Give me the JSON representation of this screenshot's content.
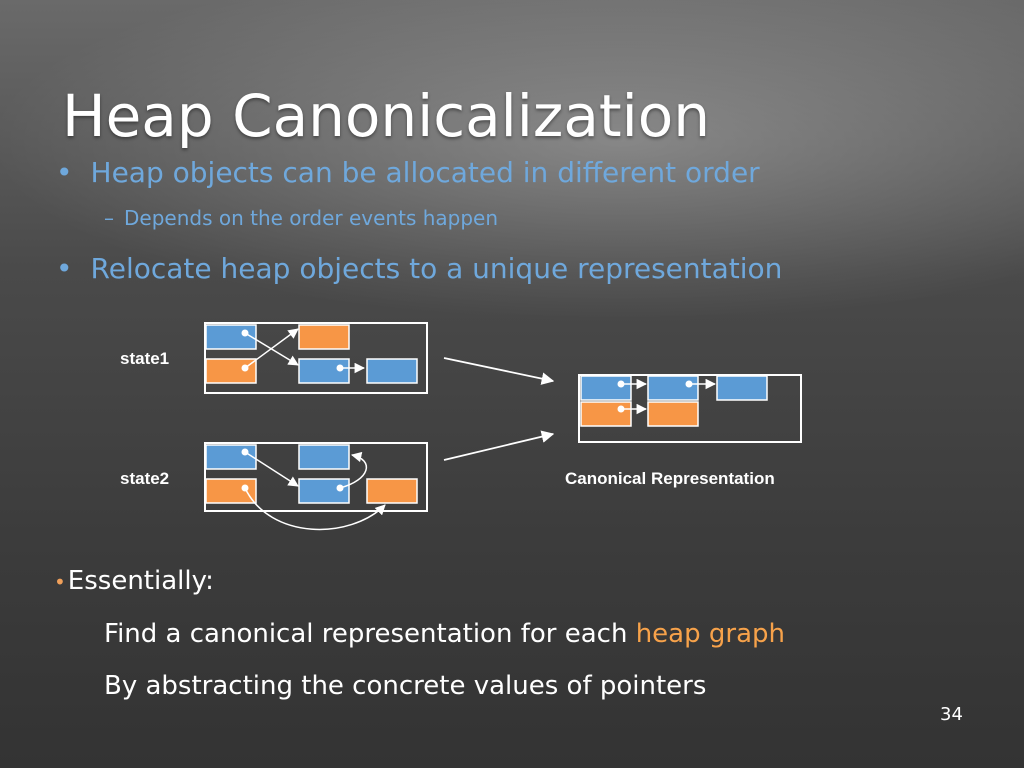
{
  "slide": {
    "title": "Heap Canonicalization",
    "bullets": [
      {
        "marker": "•",
        "text": "Heap objects can be allocated in different order"
      },
      {
        "marker": "–",
        "text": "Depends on the order events happen"
      },
      {
        "marker": "•",
        "text": "Relocate heap objects to a unique representation"
      }
    ],
    "essentially": {
      "marker": "•",
      "text": "Essentially:"
    },
    "line1": {
      "before": "Find a canonical representation for each ",
      "highlight": "heap graph"
    },
    "line2": "By abstracting the concrete values of pointers",
    "page_number": "34"
  },
  "diagram": {
    "labels": {
      "state1": "state1",
      "state2": "state2",
      "canonical": "Canonical Representation"
    },
    "colors": {
      "blue": "#5b9bd5",
      "orange": "#f79646",
      "frame": "#ffffff"
    }
  }
}
